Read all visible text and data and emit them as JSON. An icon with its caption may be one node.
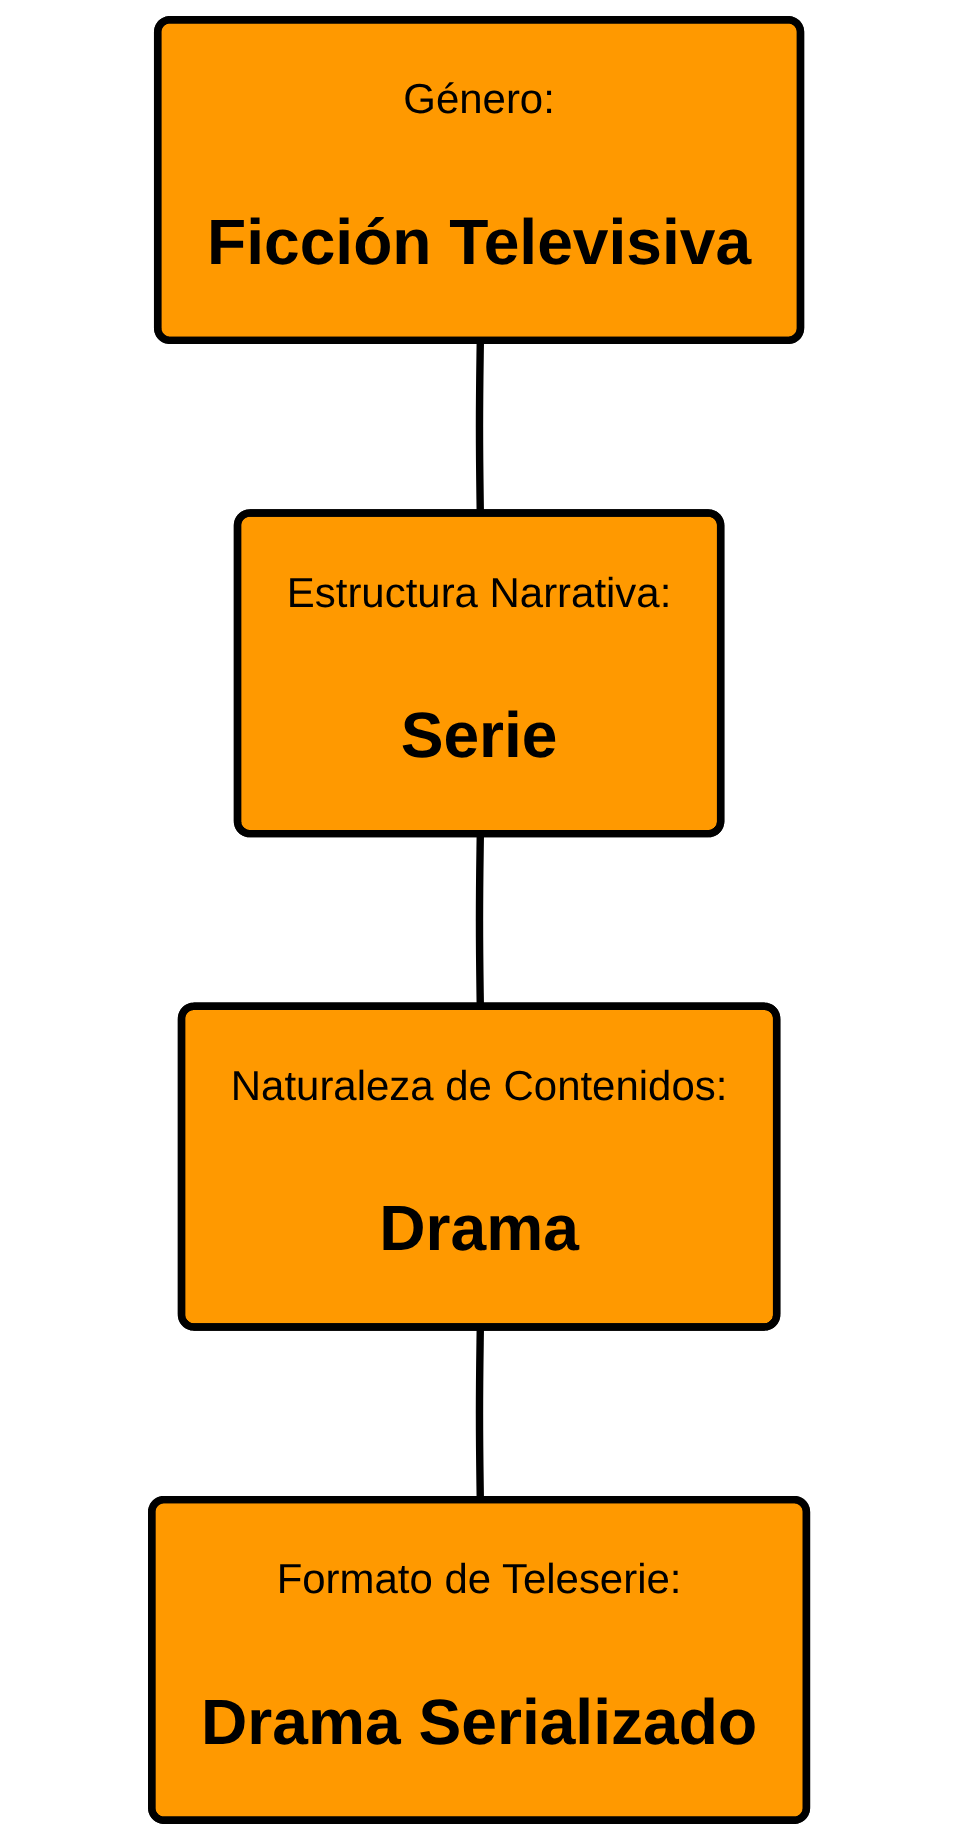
{
  "diagram": {
    "nodes": [
      {
        "text": [
          "Género:",
          "Ficción Televisiva"
        ]
      },
      {
        "text": [
          "Estructura Narrativa:",
          "Serie"
        ]
      },
      {
        "text": [
          "Naturaleza de Contenidos:",
          "Drama"
        ]
      },
      {
        "text": [
          "Formato de Teleserie:",
          "Drama Serializado"
        ]
      }
    ],
    "edges": [
      {
        "from": 0,
        "to": 1,
        "arrow": "none"
      },
      {
        "from": 1,
        "to": 2,
        "arrow": "none"
      },
      {
        "from": 2,
        "to": 3,
        "arrow": "none"
      }
    ]
  }
}
